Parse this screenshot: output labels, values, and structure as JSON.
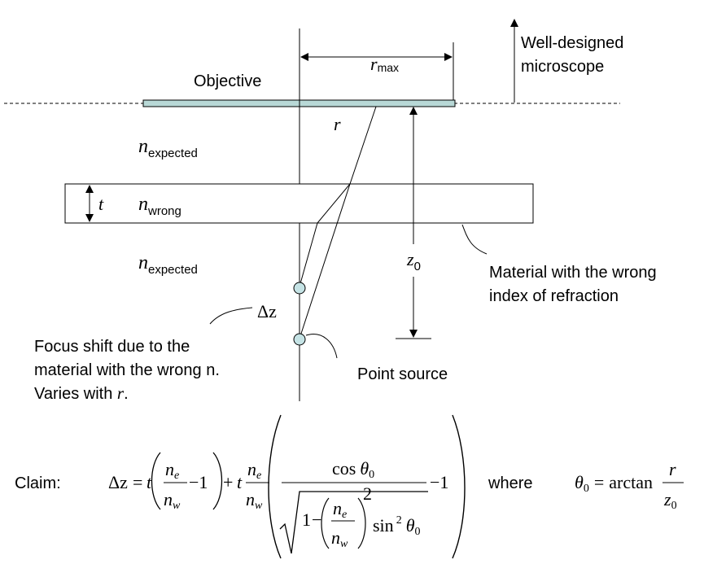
{
  "labels": {
    "objective": "Objective",
    "well_designed_line1": "Well-designed",
    "well_designed_line2": "microscope",
    "r_max_base": "r",
    "r_max_sub": "max",
    "r": "r",
    "n_expected_top_base": "n",
    "n_expected_top_sub": "expected",
    "n_wrong_base": "n",
    "n_wrong_sub": "wrong",
    "n_expected_bottom_base": "n",
    "n_expected_bottom_sub": "expected",
    "t": "t",
    "z0_base": "z",
    "z0_sub": "0",
    "material_line1": "Material with the wrong",
    "material_line2": "index of refraction",
    "delta_z": "Δz",
    "focus_line1": "Focus shift due to the",
    "focus_line2": "material with the wrong n.",
    "focus_line3_prefix": "Varies with ",
    "focus_line3_r": "r",
    "focus_line3_suffix": ".",
    "point_source": "Point source"
  },
  "equation": {
    "claim": "Claim:",
    "lhs": "Δz",
    "eq": "=",
    "t1": "t",
    "ne": "n",
    "ne_sub": "e",
    "nw": "n",
    "nw_sub": "w",
    "minus1": "−1",
    "plus": "+",
    "t2": "t",
    "cos": "cos",
    "theta0": "θ",
    "theta0_sub": "0",
    "one": "1",
    "minus": "−",
    "square": "2",
    "sin": "sin",
    "sin_sq": "2",
    "where": "where",
    "theta_def": "θ",
    "theta_def_sub": "0",
    "arctan": "arctan",
    "frac_r": "r",
    "frac_z": "z",
    "frac_z_sub": "0"
  },
  "colors": {
    "objective_fill": "#b8d8d6",
    "point_fill": "#c5e3e5"
  }
}
